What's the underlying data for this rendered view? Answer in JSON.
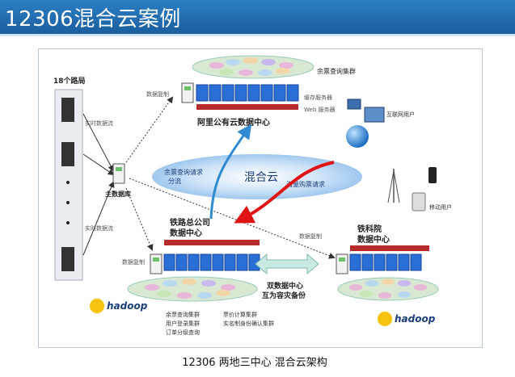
{
  "header": {
    "title": "12306混合云案例"
  },
  "caption": "12306 两地三中心 混合云架构",
  "diagram": {
    "routes_label": "18个路局",
    "realtime_stream_top": "实时数据流",
    "realtime_stream_bottom": "实时数据流",
    "main_db_label": "主数据库",
    "replication_aliyun": "数据复制",
    "replication_rail": "数据复制",
    "replication_academy": "数据复制",
    "ticket_query_cluster": "余票查询集群",
    "cache_server": "缓存服务器",
    "web_server": "Web 服务器",
    "aliyun_center": "阿里公有云数据中心",
    "internet_users": "互联网用户",
    "mobile_users": "移动用户",
    "hybrid_cloud": "混合云",
    "query_split_line1": "余票查询请求",
    "query_split_line2": "分流",
    "massive_request": "海量购票请求",
    "rail_center_line1": "铁路总公司",
    "rail_center_line2": "数据中心",
    "academy_line1": "铁科院",
    "academy_line2": "数据中心",
    "dual_center_line1": "双数据中心",
    "dual_center_line2": "互为容灾备份",
    "hadoop_left": "hadoop",
    "hadoop_right": "hadoop",
    "legend": [
      "余票查询集群",
      "用户登录集群",
      "订单分级查询",
      "票价计算集群",
      "实名制身份确认集群"
    ]
  },
  "colors": {
    "header_blue": "#1f67ad",
    "server_blue": "#2a6fd6",
    "cache_red": "#b72c2c",
    "arrow_red": "#e01414",
    "arrow_blue": "#2f8ad0",
    "cloud_blue": "#a9cdf0",
    "hadoop_yellow": "#f6c40e"
  }
}
